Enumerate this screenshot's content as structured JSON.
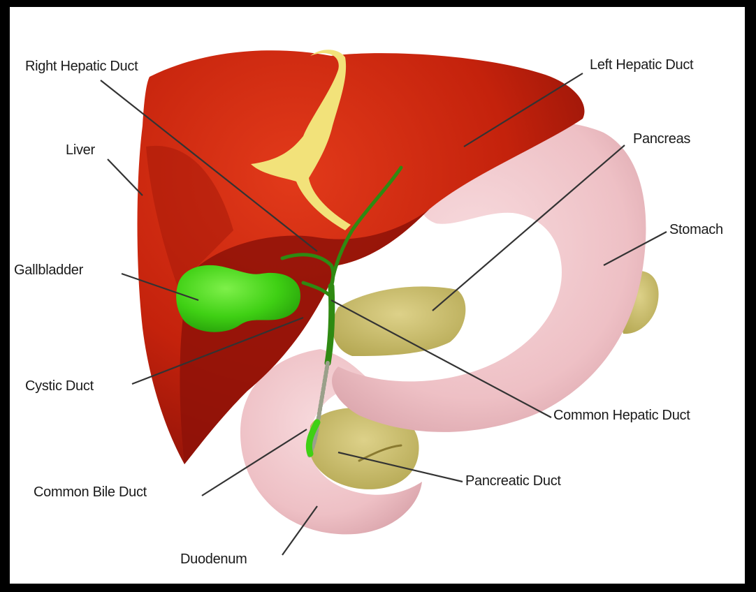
{
  "labels": {
    "right_hepatic_duct": "Right Hepatic Duct",
    "left_hepatic_duct": "Left Hepatic Duct",
    "liver": "Liver",
    "pancreas": "Pancreas",
    "stomach": "Stomach",
    "gallbladder": "Gallbladder",
    "cystic_duct": "Cystic Duct",
    "common_hepatic_duct": "Common Hepatic Duct",
    "common_bile_duct": "Common Bile Duct",
    "pancreatic_duct": "Pancreatic Duct",
    "duodenum": "Duodenum"
  },
  "colors": {
    "liver": "#c4220c",
    "liver_dark": "#8e1208",
    "gallbladder": "#3fd014",
    "ducts": "#2f8a12",
    "stomach": "#f0c4c8",
    "duodenum": "#efc2c6",
    "pancreas": "#c8bd6a",
    "ligament": "#f2e27a"
  }
}
